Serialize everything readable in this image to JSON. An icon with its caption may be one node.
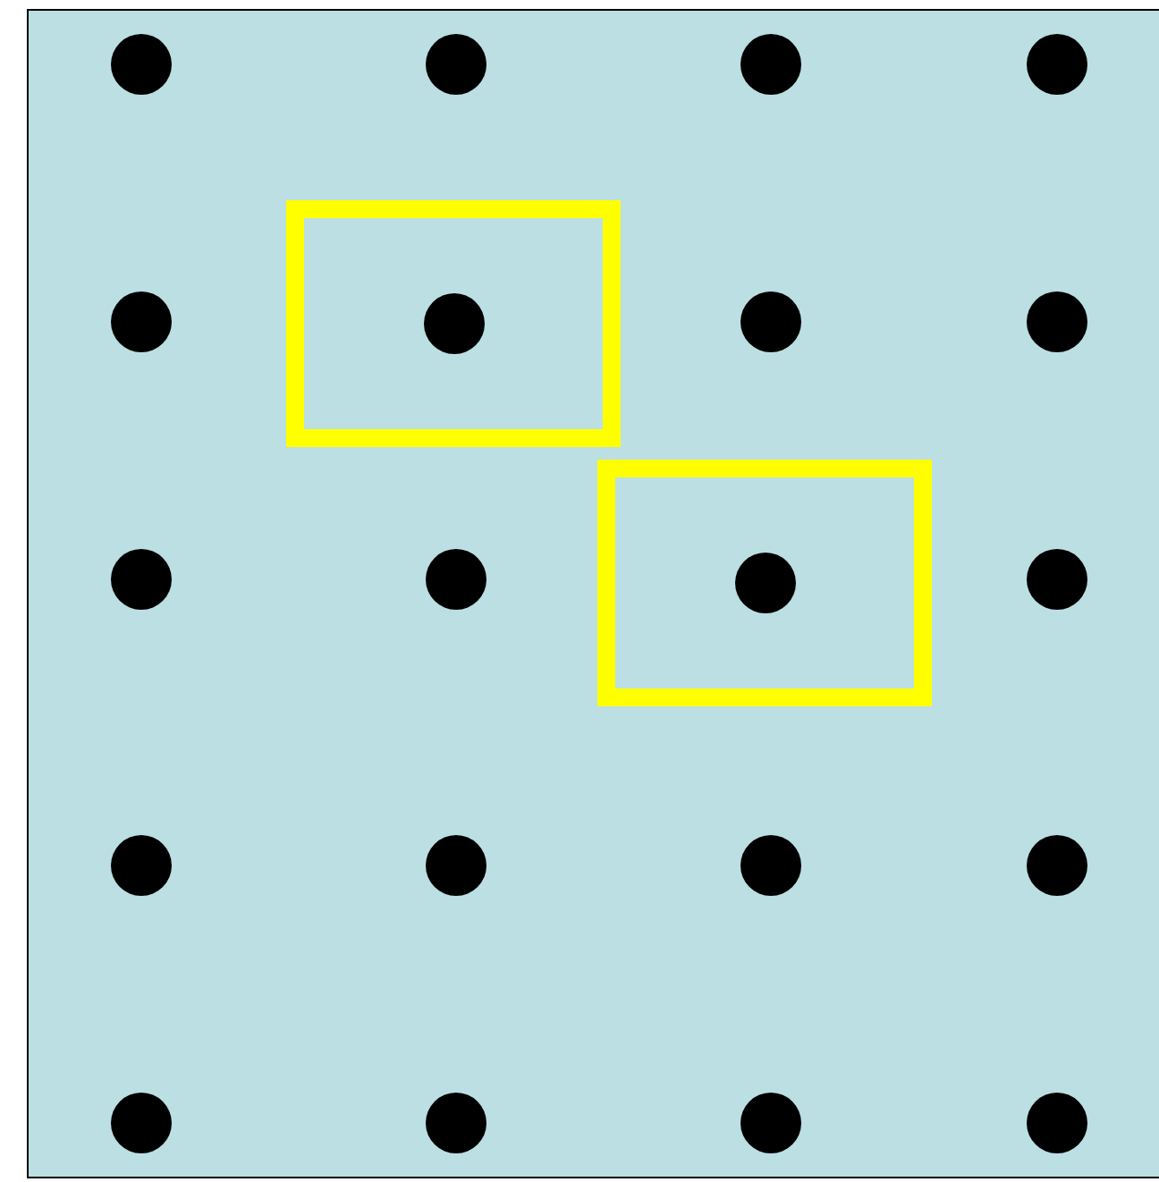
{
  "diagram": {
    "nodes": [
      {
        "text": [],
        "shape": "circle"
      },
      {
        "text": [],
        "shape": "circle"
      },
      {
        "text": [],
        "shape": "circle"
      },
      {
        "text": [],
        "shape": "circle"
      },
      {
        "text": [],
        "shape": "circle"
      },
      {
        "text": [],
        "shape": "box"
      },
      {
        "text": [],
        "shape": "circle",
        "in": 5
      },
      {
        "text": [],
        "shape": "circle"
      },
      {
        "text": [],
        "shape": "circle"
      },
      {
        "text": [],
        "shape": "circle"
      },
      {
        "text": [],
        "shape": "circle"
      },
      {
        "text": [],
        "shape": "box"
      },
      {
        "text": [],
        "shape": "circle",
        "in": 11
      },
      {
        "text": [],
        "shape": "circle"
      },
      {
        "text": [],
        "shape": "circle"
      },
      {
        "text": [],
        "shape": "circle"
      },
      {
        "text": [],
        "shape": "circle"
      },
      {
        "text": [],
        "shape": "circle"
      },
      {
        "text": [],
        "shape": "circle"
      },
      {
        "text": [],
        "shape": "circle"
      },
      {
        "text": [],
        "shape": "circle"
      },
      {
        "text": [],
        "shape": "circle"
      }
    ]
  }
}
